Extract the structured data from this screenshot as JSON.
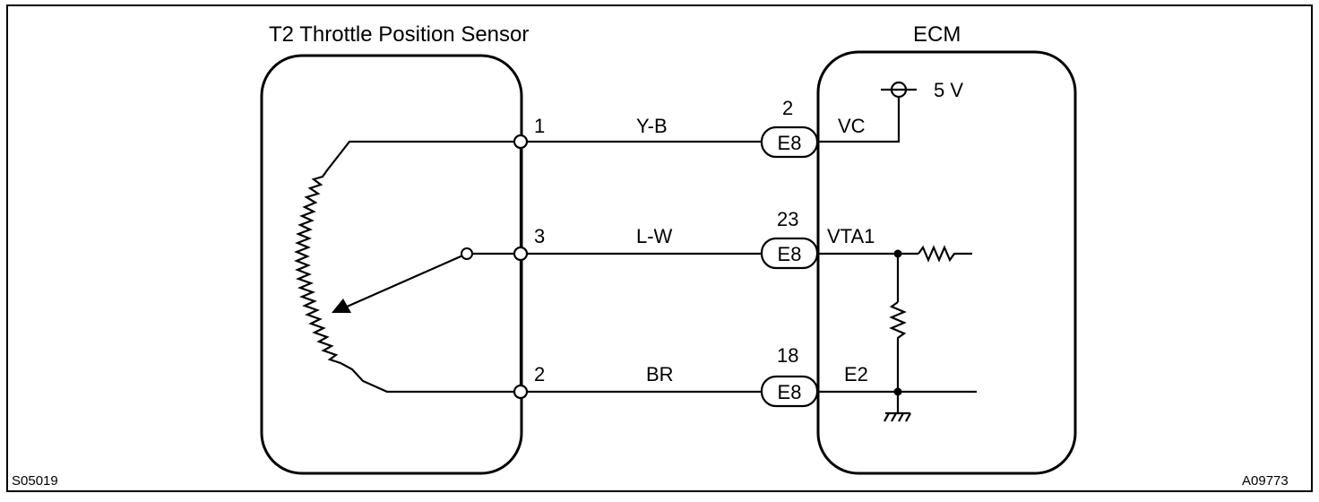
{
  "sensor": {
    "title": "T2 Throttle Position Sensor"
  },
  "ecm": {
    "title": "ECM",
    "supply": "5 V"
  },
  "wires": [
    {
      "sensor_pin": "1",
      "color": "Y-B",
      "ecm_pin": "2",
      "connector": "E8",
      "ecm_terminal": "VC"
    },
    {
      "sensor_pin": "3",
      "color": "L-W",
      "ecm_pin": "23",
      "connector": "E8",
      "ecm_terminal": "VTA1"
    },
    {
      "sensor_pin": "2",
      "color": "BR",
      "ecm_pin": "18",
      "connector": "E8",
      "ecm_terminal": "E2"
    }
  ],
  "footer": {
    "left_code": "S05019",
    "right_code": "A09773"
  }
}
